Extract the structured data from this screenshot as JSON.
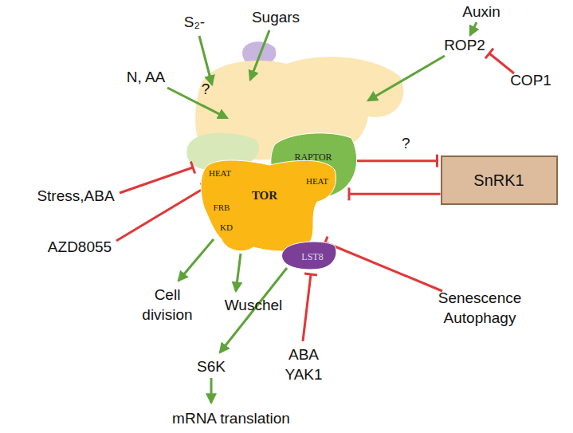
{
  "diagram": {
    "nodes": [
      {
        "text": [
          "RAPTOR"
        ]
      },
      {
        "text": [
          "HEAT",
          "TOR",
          "HEAT",
          "FRB",
          "KD"
        ]
      },
      {
        "text": [
          "LST8"
        ]
      },
      {
        "text": [
          "SnRK1"
        ]
      }
    ],
    "edges": [
      {
        "from": 0,
        "to": 3,
        "arrow": "to",
        "label": "?"
      },
      {
        "from": 3,
        "to": 0,
        "arrow": "to"
      }
    ],
    "labels": [
      "N, AA",
      "?",
      "S₂-",
      "Sugars",
      "Auxin",
      "ROP2",
      "COP1",
      "Stress,ABA",
      "AZD8055",
      "Cell division",
      "Wuschel",
      "Senescence Autophagy",
      "S6K",
      "ABA YAK1",
      "mRNA translation"
    ]
  }
}
